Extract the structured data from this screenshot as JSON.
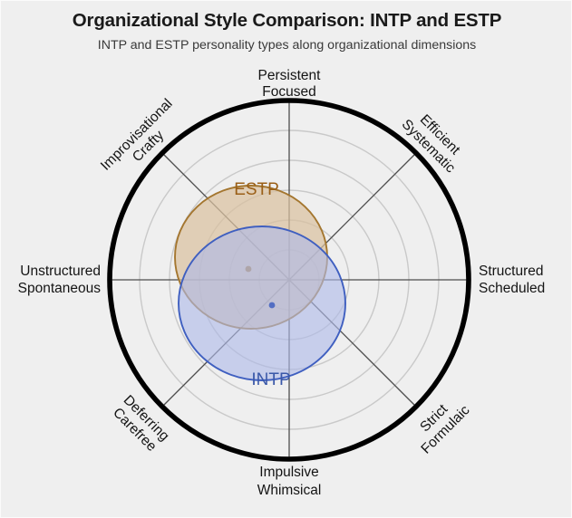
{
  "figure": {
    "title": "Organizational Style Comparison: INTP and ESTP",
    "subtitle": "INTP and ESTP personality types along organizational dimensions",
    "background_color": "#efefef"
  },
  "chart_data": {
    "type": "scatter",
    "title": "Organizational Style Comparison: INTP and ESTP",
    "subtitle": "INTP and ESTP personality types along organizational dimensions",
    "plot_style": "polar / radar with bivariate confidence ellipses",
    "center": {
      "x": 318,
      "y": 308
    },
    "outer_radius": 198,
    "grid": {
      "enabled": true,
      "ring_count": 5,
      "ring_color": "#c8c8c8",
      "spoke_count": 8,
      "spoke_color": "#4d4d4d",
      "outer_circle_color": "#000000",
      "outer_circle_width": 6
    },
    "axes": [
      {
        "index": 0,
        "angle_deg": 90,
        "line1": "Persistent",
        "line2": "Focused"
      },
      {
        "index": 1,
        "angle_deg": 45,
        "line1": "Efficient",
        "line2": "Systematic"
      },
      {
        "index": 2,
        "angle_deg": 0,
        "line1": "Structured",
        "line2": "Scheduled"
      },
      {
        "index": 3,
        "angle_deg": -45,
        "line1": "Strict",
        "line2": "Formulaic"
      },
      {
        "index": 4,
        "angle_deg": -90,
        "line1": "Impulsive",
        "line2": "Whimsical"
      },
      {
        "index": 5,
        "angle_deg": -135,
        "line1": "Deferring",
        "line2": "Carefree"
      },
      {
        "index": 6,
        "angle_deg": 180,
        "line1": "Unstructured",
        "line2": "Spontaneous"
      },
      {
        "index": 7,
        "angle_deg": 135,
        "line1": "Improvisational",
        "line2": "Crafty"
      }
    ],
    "series": [
      {
        "name": "ESTP",
        "label": "ESTP",
        "fill_color": "#d9c0a0",
        "stroke_color": "#a4762f",
        "text_color": "#9a5f17",
        "center_x": 276,
        "center_y": 283,
        "radius_x": 84,
        "radius_y": 79,
        "label_x": 282,
        "label_y": 214
      },
      {
        "name": "INTP",
        "label": "INTP",
        "fill_color": "#aeb9e8",
        "stroke_color": "#3f5fc0",
        "text_color": "#3a58a8",
        "center_x": 288,
        "center_y": 334,
        "radius_x": 92,
        "radius_y": 85,
        "label_x": 298,
        "label_y": 424
      }
    ]
  }
}
